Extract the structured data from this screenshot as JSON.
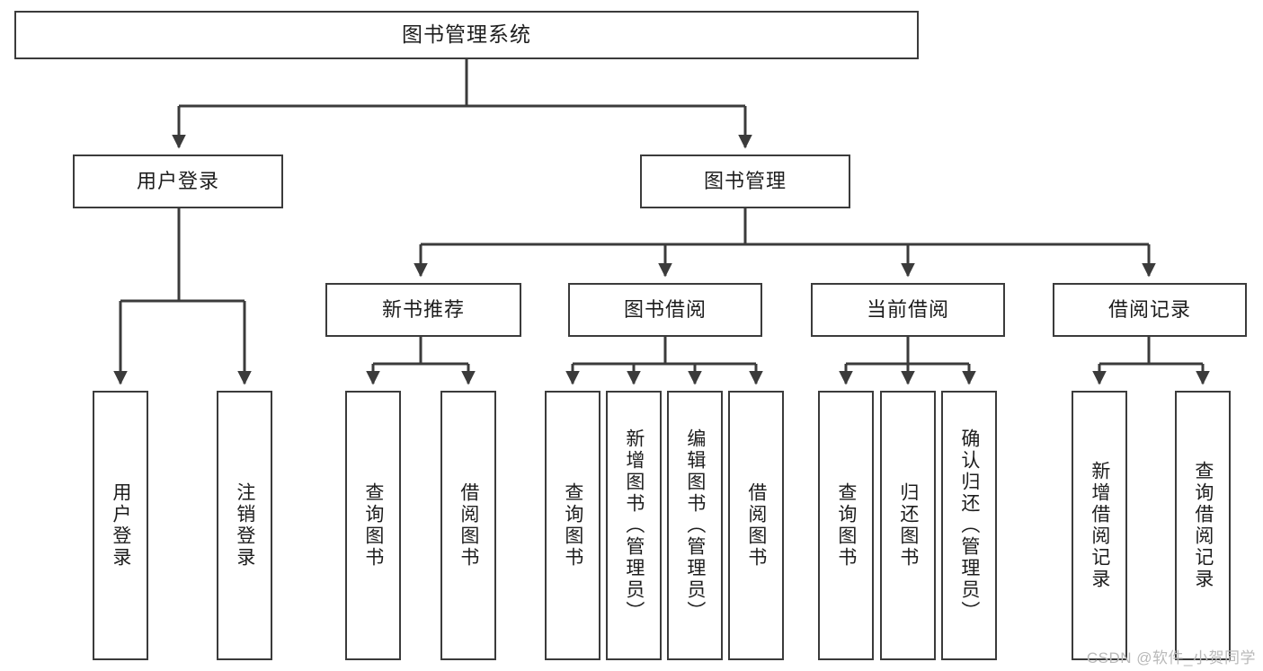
{
  "diagram": {
    "type": "tree-hierarchy",
    "title": "图书管理系统",
    "line_color": "#3b3b3b",
    "background_color": "#ffffff",
    "text_color": "#1d1d1d"
  },
  "nodes": {
    "root": {
      "label": "图书管理系统"
    },
    "level2": [
      {
        "id": "user-login",
        "label": "用户登录"
      },
      {
        "id": "book-management",
        "label": "图书管理"
      }
    ],
    "level3": [
      {
        "id": "new-book-recommend",
        "label": "新书推荐"
      },
      {
        "id": "book-borrow",
        "label": "图书借阅"
      },
      {
        "id": "current-borrow",
        "label": "当前借阅"
      },
      {
        "id": "borrow-record",
        "label": "借阅记录"
      }
    ],
    "leaves": {
      "user_login": [
        {
          "id": "leaf-user-login",
          "label": "用户登录"
        },
        {
          "id": "leaf-logout-login",
          "label": "注销登录"
        }
      ],
      "new_book_recommend": [
        {
          "id": "leaf-query-book-1",
          "label": "查询图书"
        },
        {
          "id": "leaf-borrow-book-1",
          "label": "借阅图书"
        }
      ],
      "book_borrow": [
        {
          "id": "leaf-query-book-2",
          "label": "查询图书"
        },
        {
          "id": "leaf-add-book",
          "label": "新增图书（管理员）"
        },
        {
          "id": "leaf-edit-book",
          "label": "编辑图书（管理员）"
        },
        {
          "id": "leaf-borrow-book-2",
          "label": "借阅图书"
        }
      ],
      "current_borrow": [
        {
          "id": "leaf-query-book-3",
          "label": "查询图书"
        },
        {
          "id": "leaf-return-book",
          "label": "归还图书"
        },
        {
          "id": "leaf-confirm-return",
          "label": "确认归还（管理员）"
        }
      ],
      "borrow_record": [
        {
          "id": "leaf-add-record",
          "label": "新增借阅记录"
        },
        {
          "id": "leaf-query-record",
          "label": "查询借阅记录"
        }
      ]
    }
  },
  "watermark": {
    "text": "CSDN @软件_小贺同学"
  }
}
